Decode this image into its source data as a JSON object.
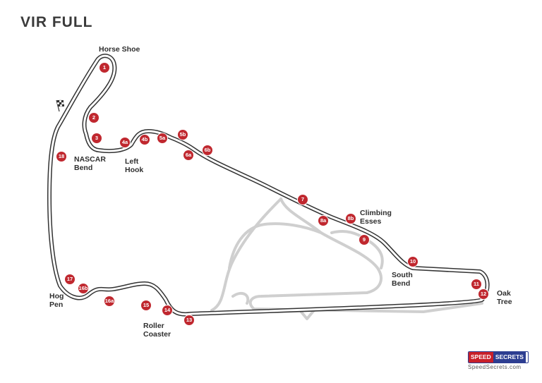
{
  "title": "VIR FULL",
  "colors": {
    "track": "#333333",
    "turn_marker": "#c0282f",
    "secondary_track": "#cfcfcf"
  },
  "icons": {
    "start_finish": "checkered-flag-icon"
  },
  "labels": {
    "horse_shoe": "Horse Shoe",
    "nascar_bend": [
      "NASCAR",
      "Bend"
    ],
    "left_hook": [
      "Left",
      "Hook"
    ],
    "climbing_esses": [
      "Climbing",
      "Esses"
    ],
    "south_bend": [
      "South",
      "Bend"
    ],
    "oak_tree": [
      "Oak",
      "Tree"
    ],
    "hog_pen": [
      "Hog",
      "Pen"
    ],
    "roller_coaster": [
      "Roller",
      "Coaster"
    ]
  },
  "turns": [
    "1",
    "2",
    "3",
    "4a",
    "4b",
    "5a",
    "5b",
    "6a",
    "6b",
    "7",
    "8a",
    "8b",
    "9",
    "10",
    "11",
    "12",
    "13",
    "14",
    "15",
    "16a",
    "16b",
    "17",
    "18"
  ],
  "logo": {
    "part1": "SPEED",
    "part2": "SECRETS",
    "url": "SpeedSecrets.com"
  }
}
